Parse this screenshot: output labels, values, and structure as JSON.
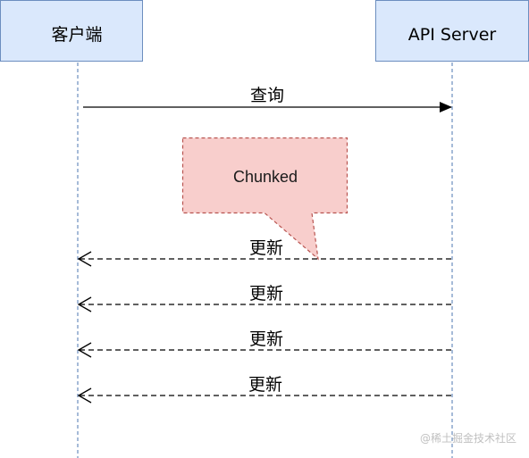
{
  "participants": {
    "client": {
      "label": "客户端"
    },
    "server": {
      "label": "API Server"
    }
  },
  "messages": {
    "query": {
      "label": "查询"
    },
    "updates": [
      {
        "label": "更新"
      },
      {
        "label": "更新"
      },
      {
        "label": "更新"
      },
      {
        "label": "更新"
      }
    ]
  },
  "note": {
    "label": "Chunked"
  },
  "watermark": "@稀土掘金技术社区",
  "colors": {
    "participant_fill": "#dae8fc",
    "participant_stroke": "#6c8ebf",
    "note_fill": "#f8cecc",
    "note_stroke": "#b85450",
    "line": "#000000"
  }
}
